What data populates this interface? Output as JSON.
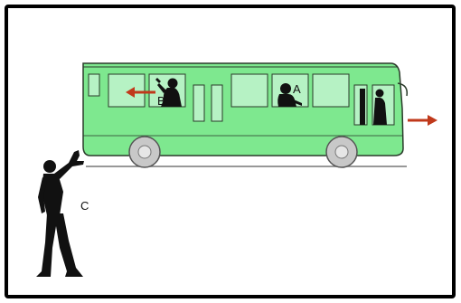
{
  "labels": {
    "passenger_a": "A",
    "passenger_b": "B",
    "observer_c": "C"
  },
  "colors": {
    "bus_body": "#7ee88f",
    "bus_outline": "#2a3a2a",
    "arrow": "#c0391b",
    "frame": "#000000",
    "silhouette": "#111111",
    "window": "#b6f2c4",
    "wheel": "#c8c8c8"
  },
  "icons": {
    "bus": "bus-icon",
    "bus_arrow": "right-arrow-icon",
    "passenger_arrow": "left-arrow-icon",
    "person": "person-silhouette-icon"
  }
}
